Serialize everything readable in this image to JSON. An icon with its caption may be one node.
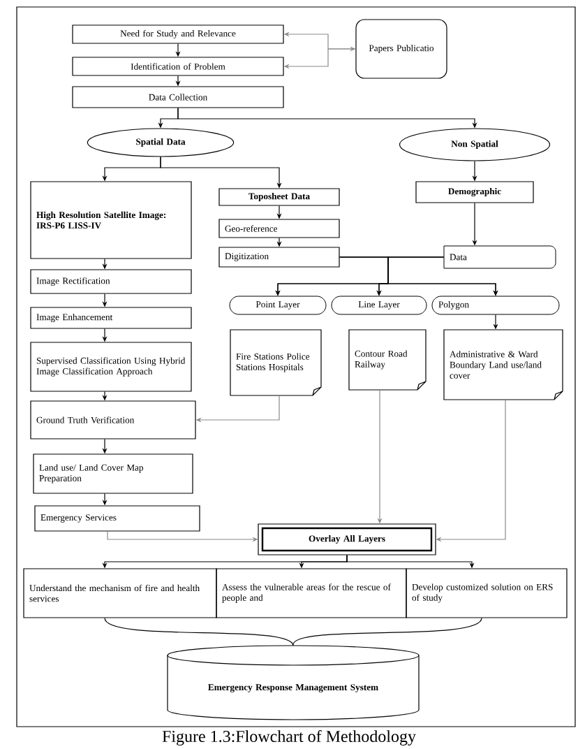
{
  "diagram": {
    "caption": "Figure 1.3:Flowchart of Methodology",
    "nodes": [
      {
        "text": [
          "Need for Study and Relevance"
        ]
      },
      {
        "text": [
          "Identification of Problem"
        ]
      },
      {
        "text": [
          "Data Collection"
        ]
      },
      {
        "text": [
          "Papers Publicatio"
        ]
      },
      {
        "text": [
          "Spatial Data"
        ]
      },
      {
        "text": [
          "Non Spatial"
        ]
      },
      {
        "text": [
          "High Resolution Satellite Image: IRS-P6 LISS-IV"
        ]
      },
      {
        "text": [
          "Toposheet Data"
        ]
      },
      {
        "text": [
          "Geo-reference"
        ]
      },
      {
        "text": [
          "Digitization"
        ]
      },
      {
        "text": [
          "Demographic"
        ]
      },
      {
        "text": [
          "Data"
        ]
      },
      {
        "text": [
          "Point Layer"
        ]
      },
      {
        "text": [
          "Line Layer"
        ]
      },
      {
        "text": [
          "Polygon"
        ]
      },
      {
        "text": [
          "Image Rectification"
        ]
      },
      {
        "text": [
          "Image Enhancement"
        ]
      },
      {
        "text": [
          "Supervised Classification Using Hybrid Image Classification Approach"
        ]
      },
      {
        "text": [
          "Fire Stations Police Stations Hospitals"
        ]
      },
      {
        "text": [
          "Contour Road Railway"
        ]
      },
      {
        "text": [
          "Administrative & Ward Boundary Land use/land cover"
        ]
      },
      {
        "text": [
          "Ground Truth Verification"
        ]
      },
      {
        "text": [
          "Land use/ Land Cover Map Preparation"
        ]
      },
      {
        "text": [
          "Emergency Services"
        ]
      },
      {
        "text": [
          "Overlay All Layers"
        ]
      },
      {
        "text": [
          "Understand the mechanism of fire and health services"
        ]
      },
      {
        "text": [
          "Assess the vulnerable areas for the rescue of people and"
        ]
      },
      {
        "text": [
          "Develop customized solution on ERS of study"
        ]
      },
      {
        "text": [
          "Emergency Response Management System"
        ]
      }
    ],
    "edges": [
      {
        "from": 0,
        "to": 3,
        "arrow": "both",
        "color": "#8a8a8a"
      },
      {
        "from": 3,
        "to": 1,
        "arrow": "to",
        "color": "#8a8a8a"
      },
      {
        "from": 0,
        "to": 1,
        "arrow": "to"
      },
      {
        "from": 1,
        "to": 2,
        "arrow": "to"
      },
      {
        "from": 2,
        "to": 4,
        "arrow": "to"
      },
      {
        "from": 2,
        "to": 5,
        "arrow": "to"
      },
      {
        "from": 4,
        "to": 6,
        "arrow": "to"
      },
      {
        "from": 4,
        "to": 7,
        "arrow": "to"
      },
      {
        "from": 5,
        "to": 10,
        "arrow": "to"
      },
      {
        "from": 7,
        "to": 8,
        "arrow": "to"
      },
      {
        "from": 8,
        "to": 9,
        "arrow": "to"
      },
      {
        "from": 10,
        "to": 11,
        "arrow": "to"
      },
      {
        "from": 9,
        "to": 12,
        "arrow": "to"
      },
      {
        "from": 9,
        "to": 13,
        "arrow": "to"
      },
      {
        "from": 9,
        "to": 14,
        "arrow": "to"
      },
      {
        "from": 11,
        "to": 12,
        "arrow": "to"
      },
      {
        "from": 11,
        "to": 13,
        "arrow": "to"
      },
      {
        "from": 11,
        "to": 14,
        "arrow": "to"
      },
      {
        "from": 14,
        "to": 20,
        "arrow": "to"
      },
      {
        "from": 6,
        "to": 15,
        "arrow": "to"
      },
      {
        "from": 15,
        "to": 16,
        "arrow": "to"
      },
      {
        "from": 16,
        "to": 17,
        "arrow": "to"
      },
      {
        "from": 17,
        "to": 21,
        "arrow": "to"
      },
      {
        "from": 21,
        "to": 22,
        "arrow": "to"
      },
      {
        "from": 22,
        "to": 23,
        "arrow": "to"
      },
      {
        "from": 18,
        "to": 21,
        "arrow": "to",
        "color": "#8a8a8a"
      },
      {
        "from": 19,
        "to": 24,
        "arrow": "to",
        "color": "#8a8a8a"
      },
      {
        "from": 20,
        "to": 24,
        "arrow": "to",
        "color": "#8a8a8a"
      },
      {
        "from": 23,
        "to": 24,
        "arrow": "to",
        "color": "#8a8a8a"
      },
      {
        "from": 24,
        "to": 25,
        "arrow": "to"
      },
      {
        "from": 24,
        "to": 26,
        "arrow": "to"
      },
      {
        "from": 24,
        "to": 27,
        "arrow": "to"
      },
      {
        "from": 25,
        "to": 28,
        "arrow": "none"
      },
      {
        "from": 27,
        "to": 28,
        "arrow": "none"
      }
    ]
  }
}
